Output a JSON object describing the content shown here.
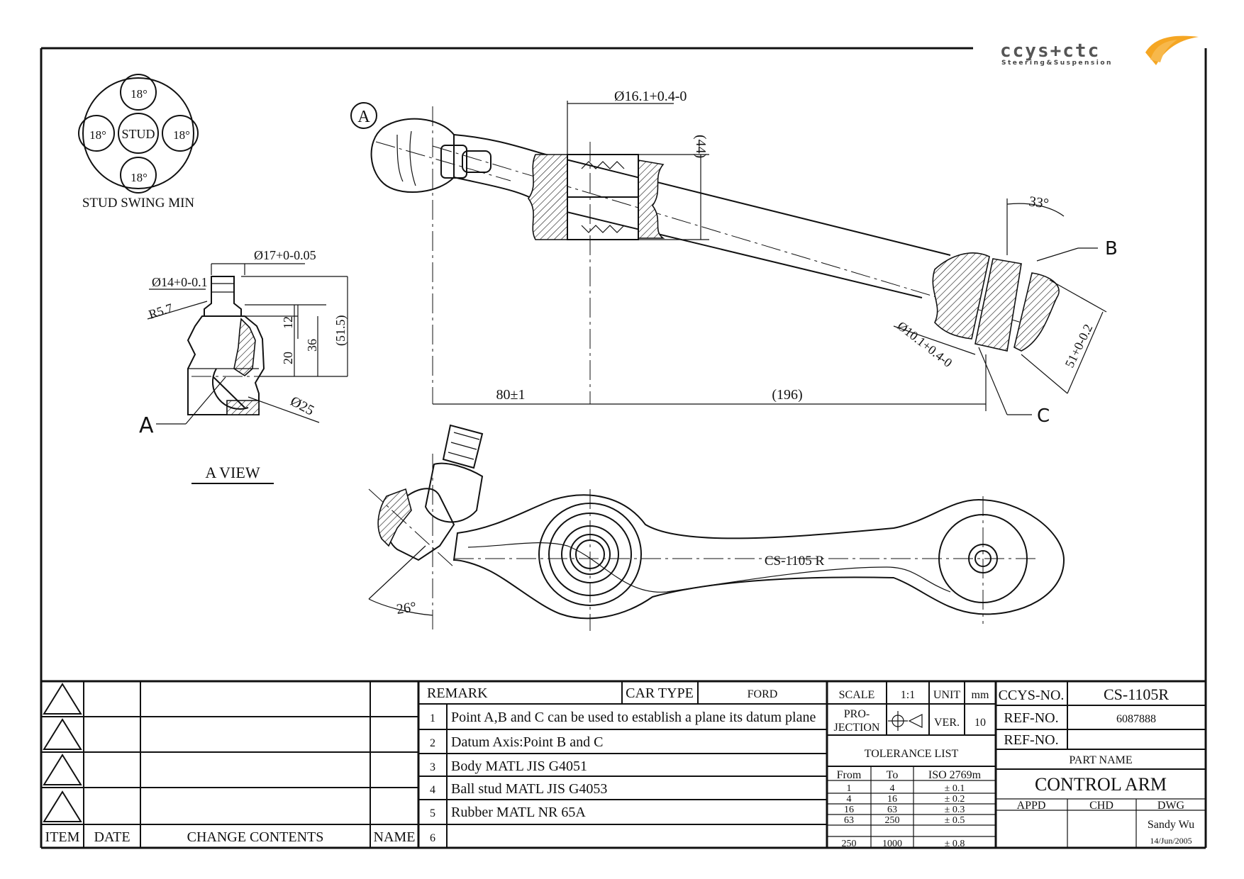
{
  "logo": {
    "brand": "ccys+ctc",
    "tagline": "Steering&Suspension",
    "accent": "#f5a623"
  },
  "stud_swing": {
    "center": "STUD",
    "angles": [
      "18°",
      "18°",
      "18°",
      "18°"
    ],
    "caption": "STUD SWING MIN"
  },
  "a_view": {
    "caption": "A VIEW",
    "point_label": "A",
    "dims": {
      "d14": "Ø14+0-0.1",
      "d17": "Ø17+0-0.05",
      "r57": "R5.7",
      "h12": "12",
      "h20": "20",
      "h36": "36",
      "h515": "(51.5)",
      "d25": "Ø25"
    }
  },
  "top_view": {
    "label_a": "A",
    "label_b": "B",
    "label_c": "C",
    "dims": {
      "d161": "Ø16.1+0.4-0",
      "h44": "(44)",
      "a33": "33°",
      "d101": "Ø10.1+0.4-0",
      "w51": "51+0-0.2",
      "l80": "80±1",
      "l196": "(196)"
    }
  },
  "side_view": {
    "part_mark": "CS-1105 R",
    "angle": "26°"
  },
  "revision_table": {
    "headers": [
      "ITEM",
      "DATE",
      "CHANGE CONTENTS",
      "NAME"
    ]
  },
  "remarks": {
    "header": "REMARK",
    "car_type_label": "CAR TYPE",
    "car_type": "FORD",
    "items": [
      {
        "no": "1",
        "text": "Point A,B and C can be used to establish a plane its datum plane"
      },
      {
        "no": "2",
        "text": "Datum Axis:Point B and C"
      },
      {
        "no": "3",
        "text": "Body MATL JIS G4051"
      },
      {
        "no": "4",
        "text": "Ball stud MATL JIS G4053"
      },
      {
        "no": "5",
        "text": "Rubber MATL NR 65A"
      },
      {
        "no": "6",
        "text": ""
      }
    ]
  },
  "spec": {
    "scale_label": "SCALE",
    "scale": "1:1",
    "unit_label": "UNIT",
    "unit": "mm",
    "projection_label_1": "PRO-",
    "projection_label_2": "JECTION",
    "ver_label": "VER.",
    "ver": "10",
    "tolerance_title": "TOLERANCE LIST",
    "tol_headers": [
      "From",
      "To",
      "ISO 2769m"
    ],
    "tol_rows": [
      [
        "1",
        "4",
        "± 0.1"
      ],
      [
        "4",
        "16",
        "± 0.2"
      ],
      [
        "16",
        "63",
        "± 0.3"
      ],
      [
        "63",
        "250",
        "± 0.5"
      ],
      [
        "250",
        "1000",
        "± 0.8"
      ]
    ]
  },
  "title_block": {
    "ccys_no_label": "CCYS-NO.",
    "ccys_no": "CS-1105R",
    "ref_label_1": "REF-NO.",
    "ref_no": "6087888",
    "ref_label_2": "REF-NO.",
    "ref_no_2": "",
    "part_name_label": "PART NAME",
    "part_name": "CONTROL ARM",
    "appd": "APPD",
    "chd": "CHD",
    "dwg": "DWG",
    "drawn_by": "Sandy Wu",
    "date": "14/Jun/2005"
  }
}
